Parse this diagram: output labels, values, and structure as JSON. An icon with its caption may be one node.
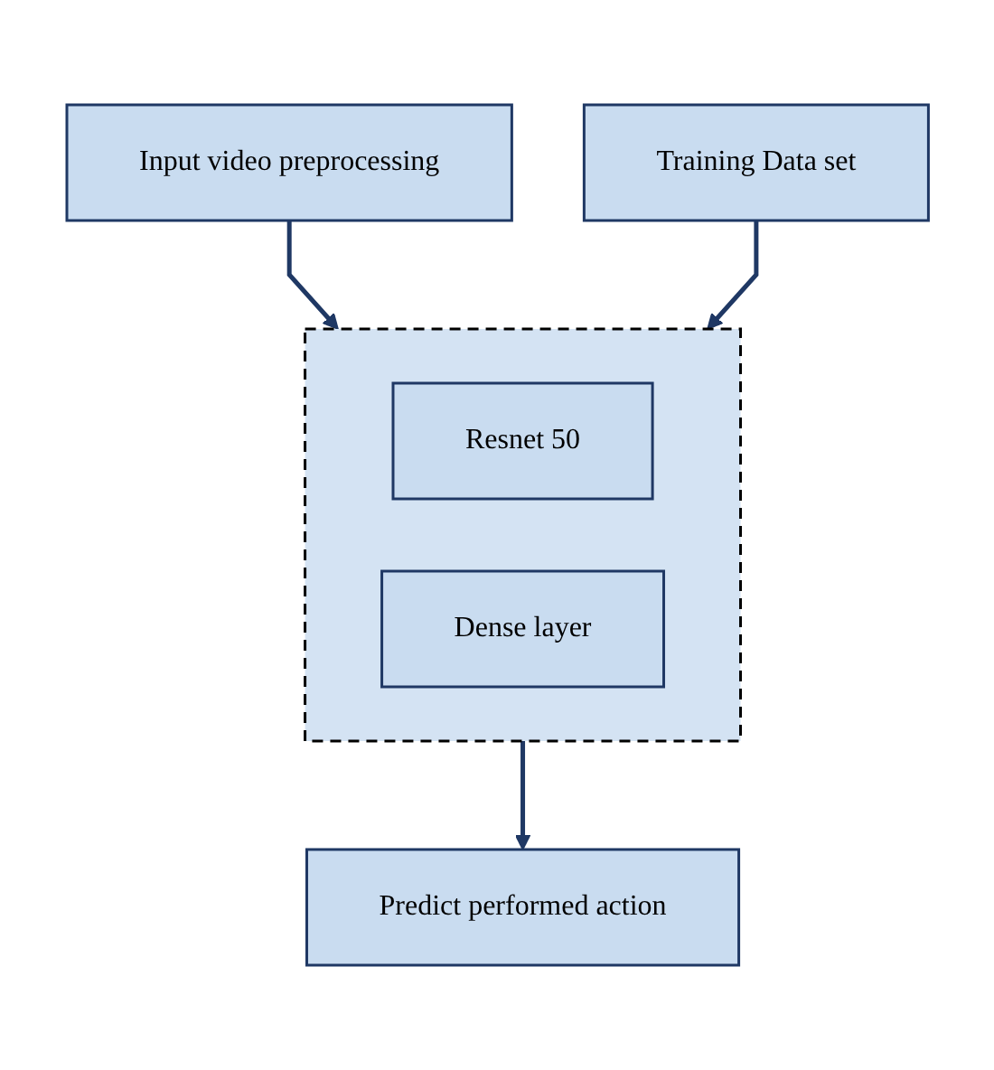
{
  "diagram": {
    "nodes": [
      {
        "text": [
          "Input video preprocessing"
        ]
      },
      {
        "text": [
          "Training Data set"
        ]
      },
      {
        "text": [],
        "shape": "box"
      },
      {
        "text": [
          "Resnet 50"
        ],
        "in": 2
      },
      {
        "text": [
          "Dense layer"
        ],
        "in": 2
      },
      {
        "text": [
          "Predict performed action"
        ]
      }
    ],
    "edges": [
      {
        "from": 0,
        "to": 2,
        "arrow": "to"
      },
      {
        "from": 1,
        "to": 2,
        "arrow": "to"
      },
      {
        "from": 2,
        "to": 5,
        "arrow": "to"
      }
    ]
  }
}
